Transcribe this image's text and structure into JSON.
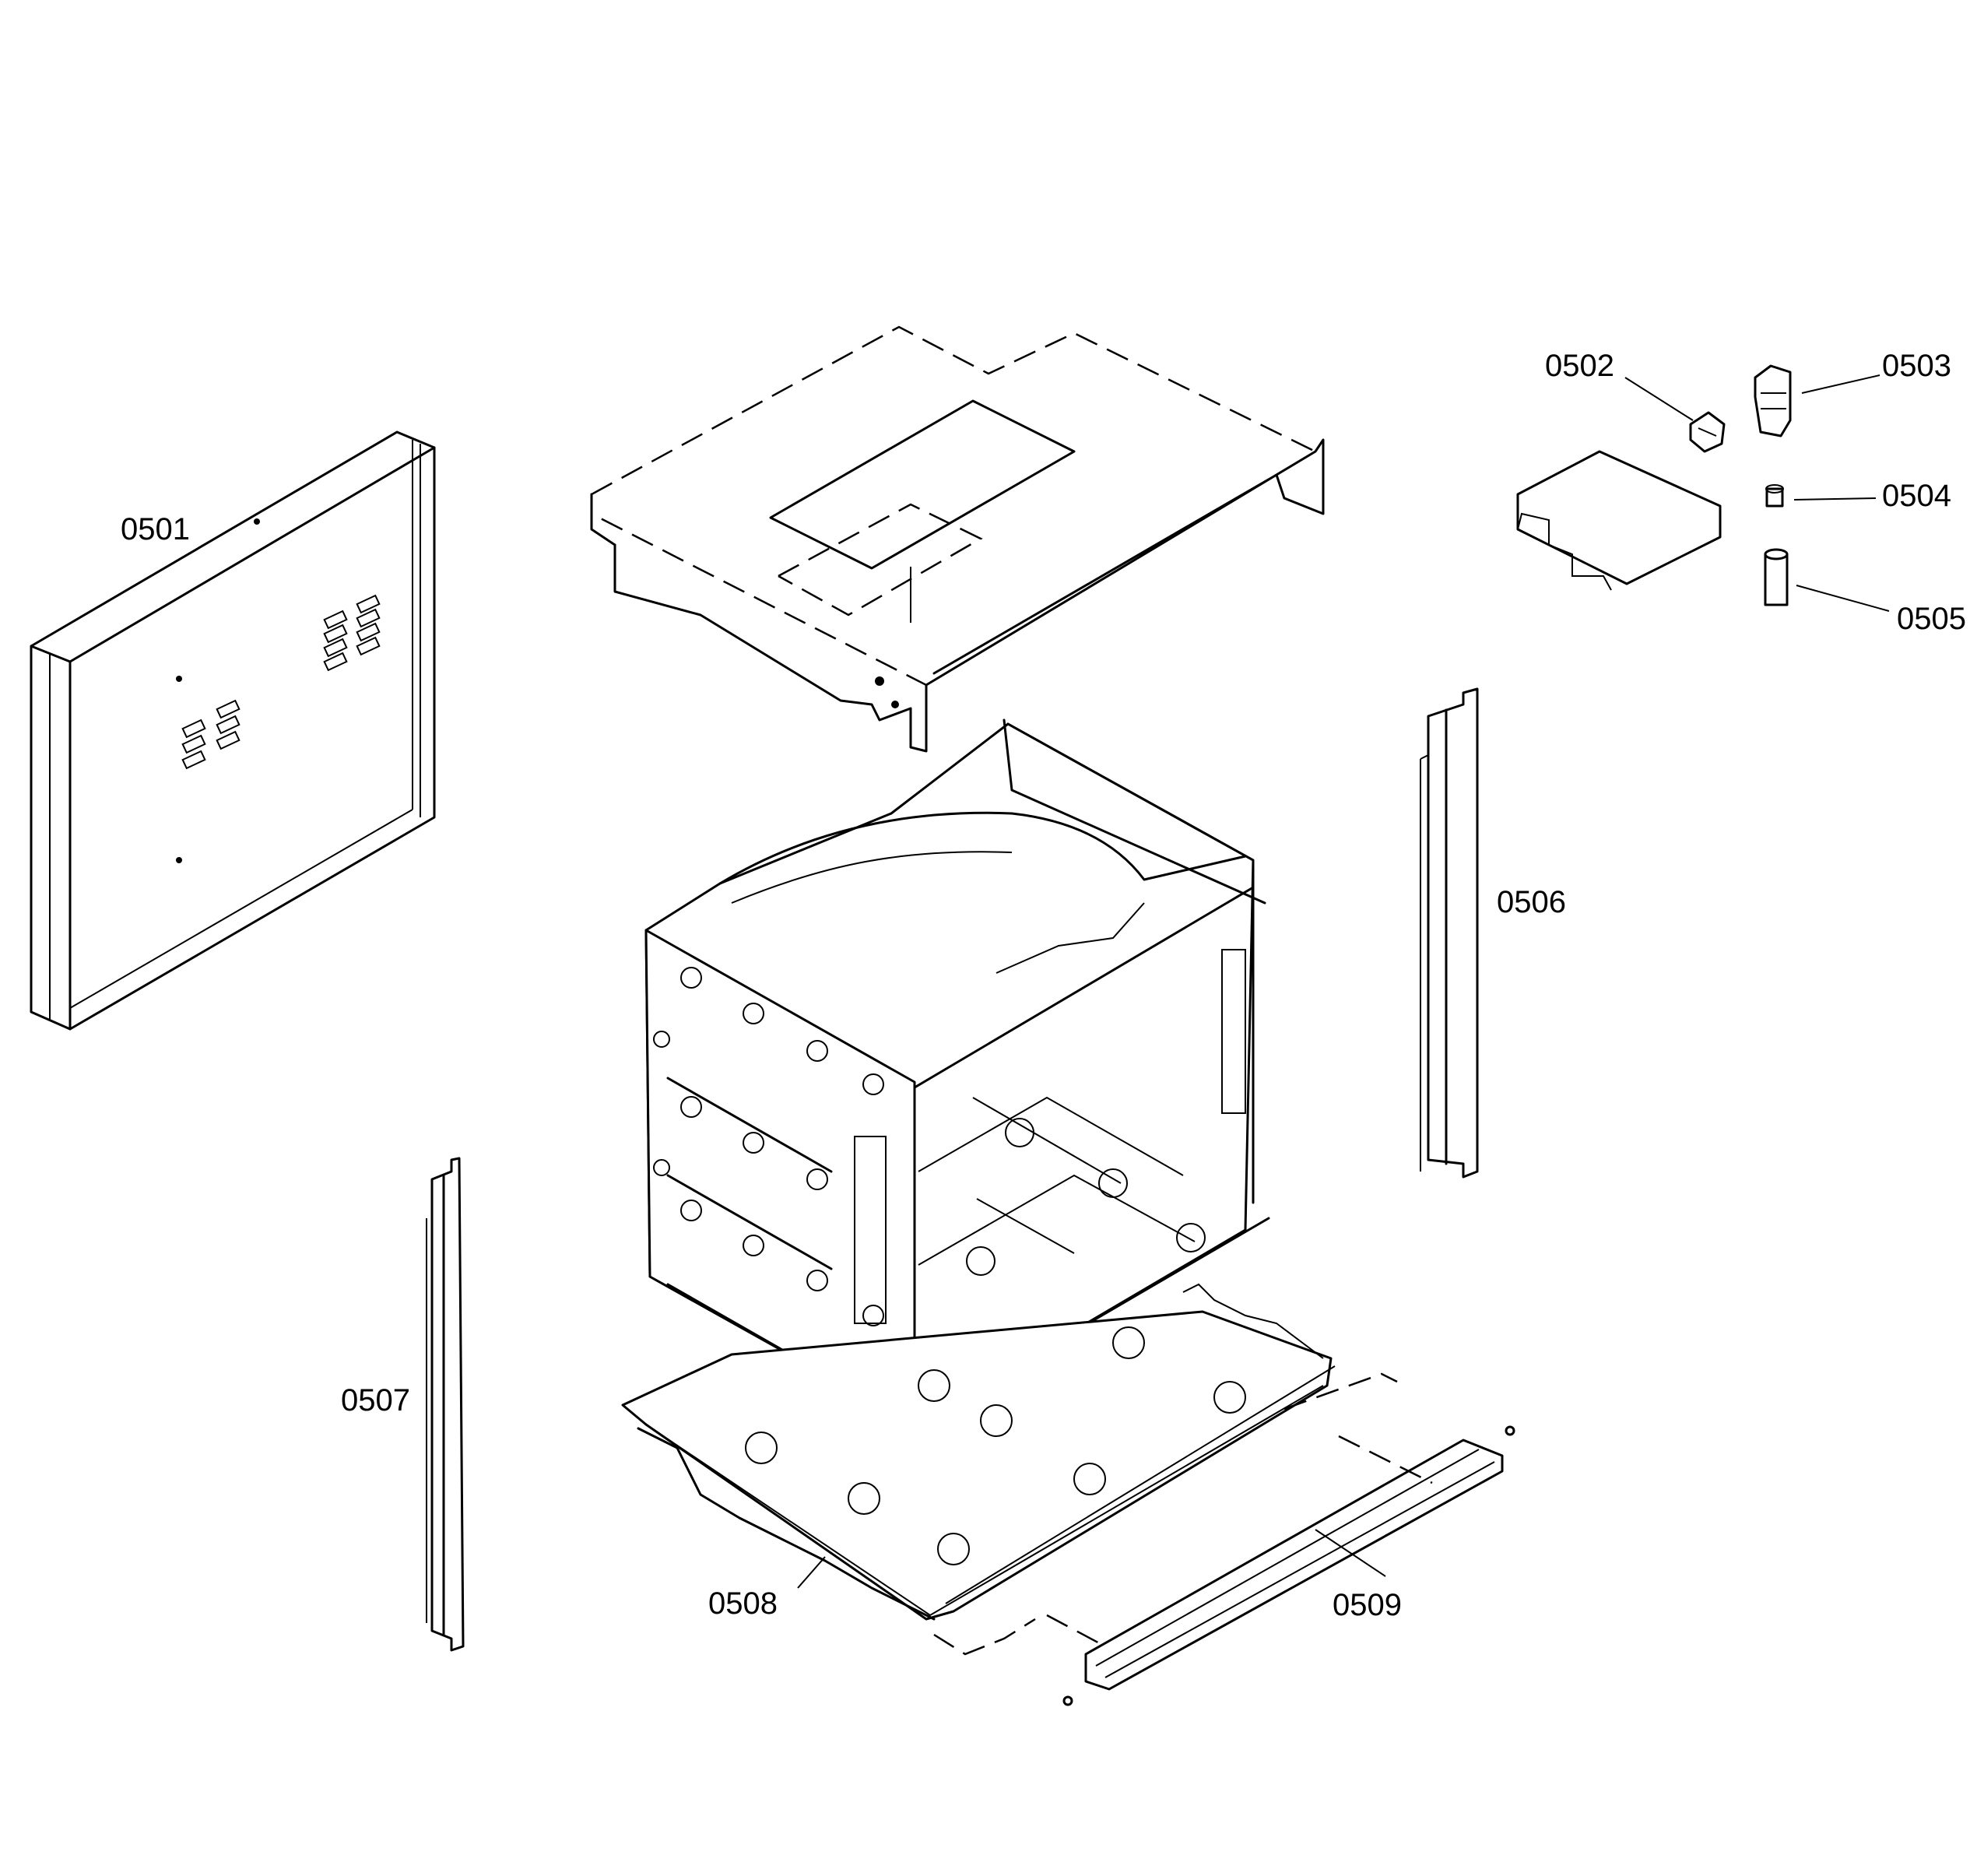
{
  "diagram": {
    "parts": [
      {
        "id": "p0501",
        "label": "0501"
      },
      {
        "id": "p0502",
        "label": "0502"
      },
      {
        "id": "p0503",
        "label": "0503"
      },
      {
        "id": "p0504",
        "label": "0504"
      },
      {
        "id": "p0505",
        "label": "0505"
      },
      {
        "id": "p0506",
        "label": "0506"
      },
      {
        "id": "p0507",
        "label": "0507"
      },
      {
        "id": "p0508",
        "label": "0508"
      },
      {
        "id": "p0509",
        "label": "0509"
      }
    ]
  }
}
